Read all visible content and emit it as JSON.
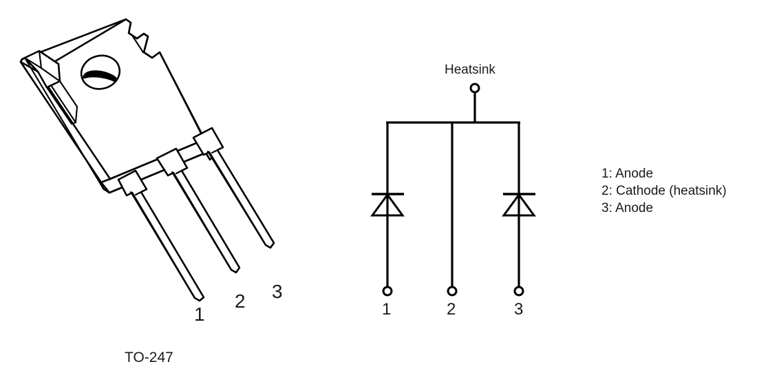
{
  "figure": {
    "background_color": "#ffffff",
    "line_color": "#000000",
    "text_color": "#1a1a1a"
  },
  "package_drawing": {
    "name": "TO-247 package 3D outline drawing",
    "caption": "TO-247",
    "pin_numbers": [
      "1",
      "2",
      "3"
    ],
    "features": [
      "mounting-hole",
      "tab",
      "three-leads"
    ]
  },
  "schematic": {
    "name": "dual common-cathode diode schematic",
    "heatsink_label": "Heatsink",
    "terminal_numbers": [
      "1",
      "2",
      "3"
    ],
    "devices": [
      "diode-left",
      "diode-right"
    ],
    "terminal_glyph": "open-circle"
  },
  "legend": {
    "lines": [
      "1: Anode",
      "2: Cathode (heatsink)",
      "3: Anode"
    ],
    "line_1": "1: Anode",
    "line_2": "2: Cathode (heatsink)",
    "line_3": "3: Anode"
  }
}
